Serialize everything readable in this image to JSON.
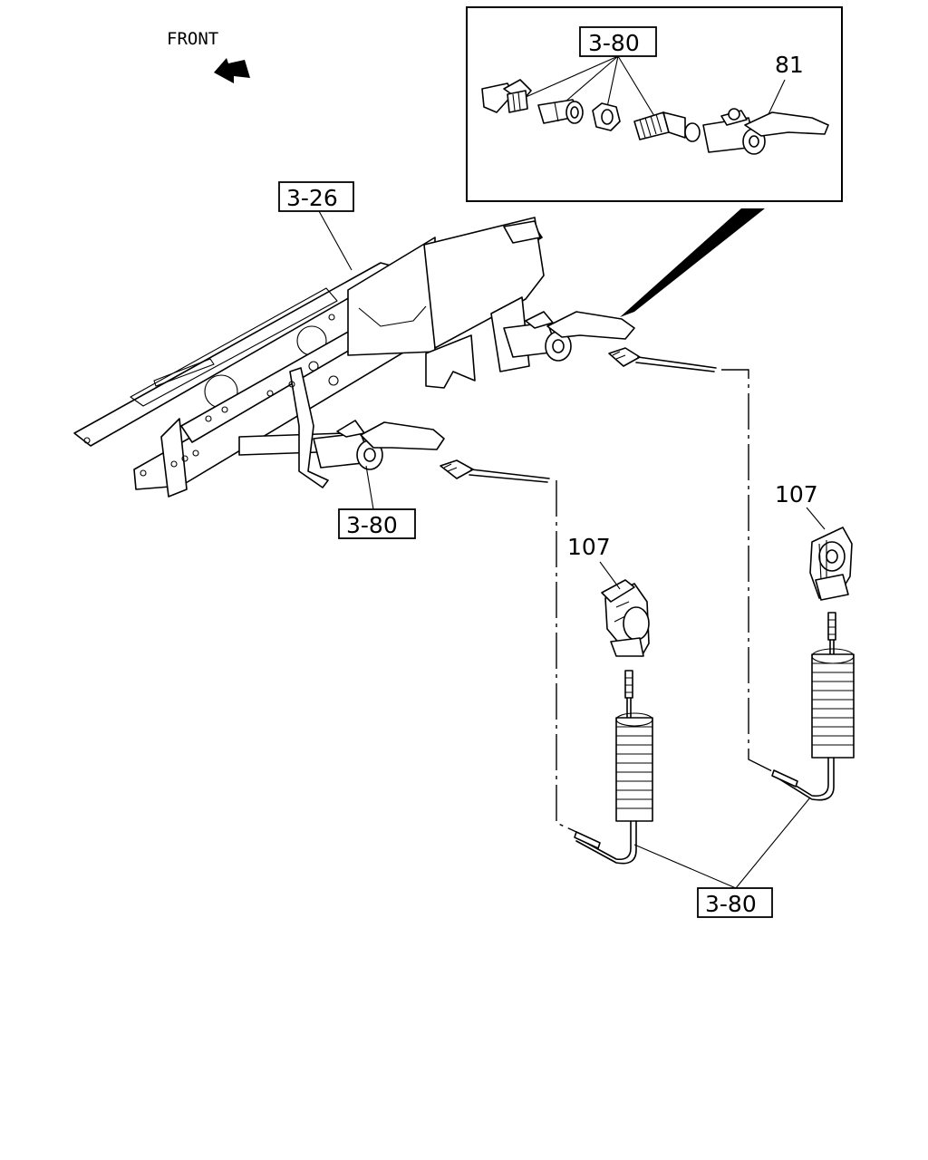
{
  "diagram": {
    "front_label": "FRONT",
    "callouts": {
      "ref_326": "3-26",
      "ref_380_inset": "3-80",
      "ref_380_left": "3-80",
      "ref_380_bottom": "3-80",
      "part_81": "81",
      "part_107_left": "107",
      "part_107_right": "107"
    }
  }
}
